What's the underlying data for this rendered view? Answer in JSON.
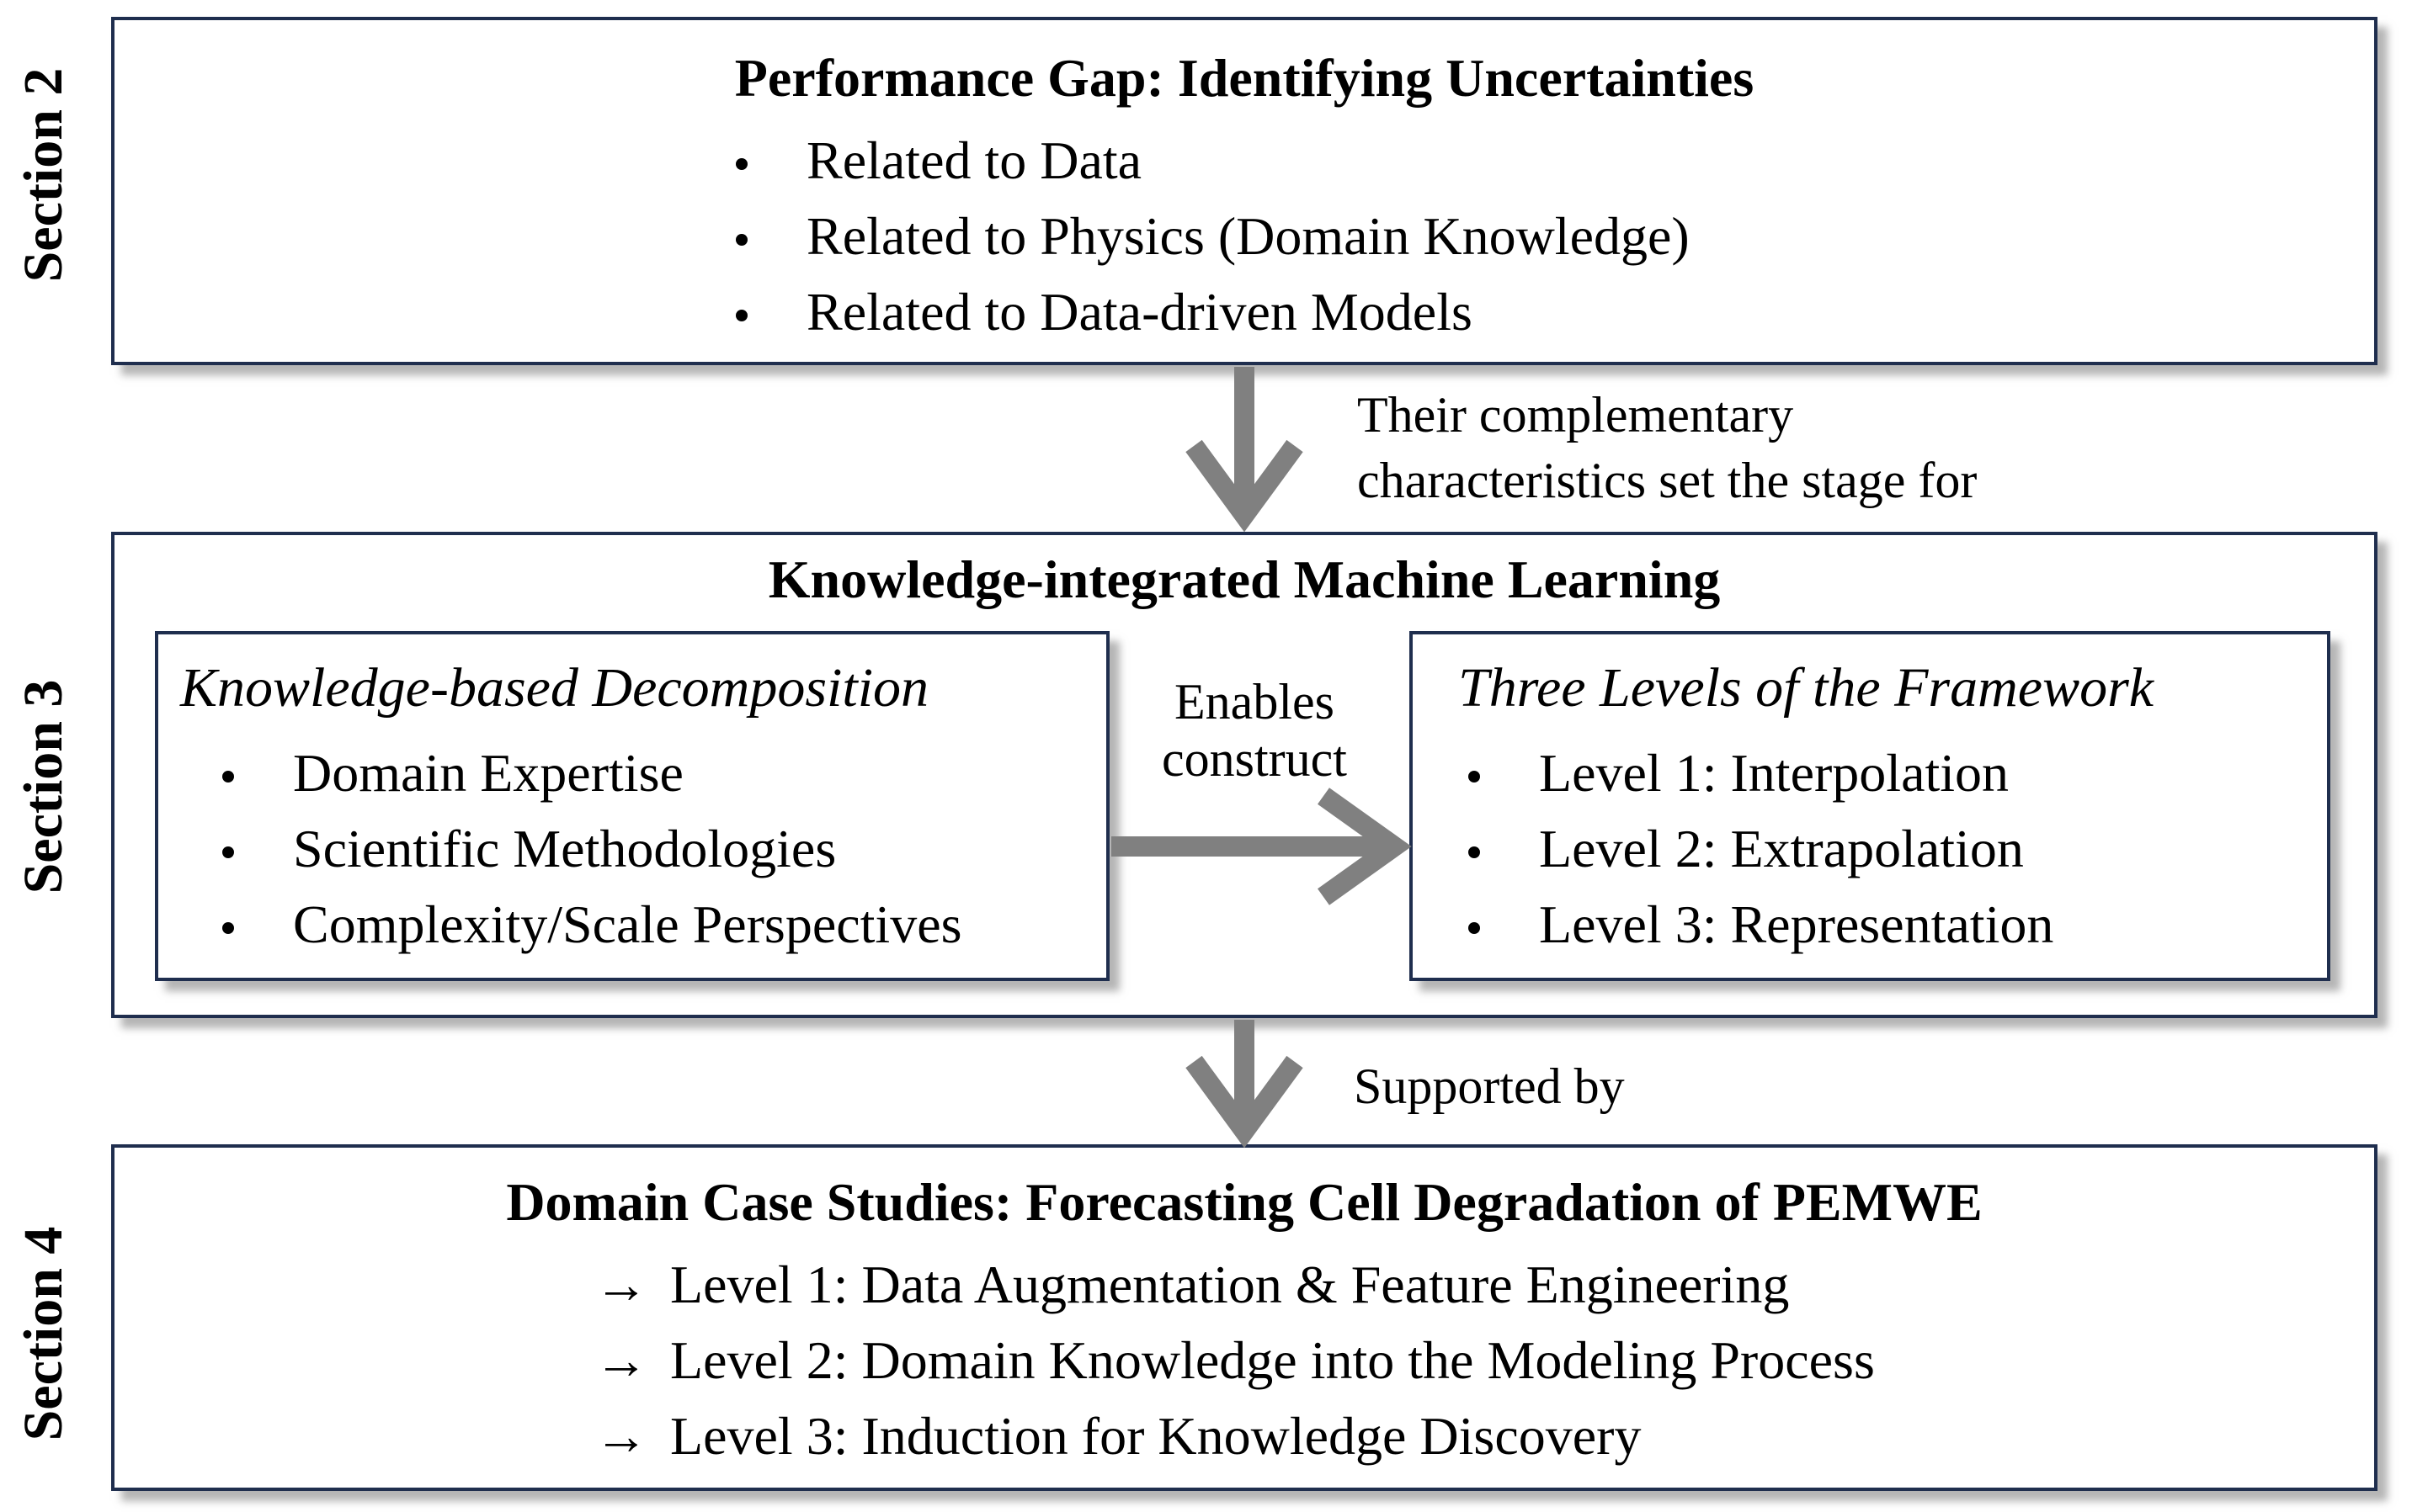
{
  "colors": {
    "box_border": "#1f2e4e",
    "arrow": "#808080",
    "shadow": "#787878"
  },
  "section2": {
    "label": "Section 2",
    "title": "Performance Gap: Identifying Uncertainties",
    "items": [
      "Related to Data",
      "Related to Physics (Domain Knowledge)",
      "Related to Data-driven Models"
    ]
  },
  "connector1": {
    "line1": "Their complementary",
    "line2": "characteristics set the stage for"
  },
  "section3": {
    "label": "Section 3",
    "title": "Knowledge-integrated Machine Learning",
    "left_box": {
      "title": "Knowledge-based Decomposition",
      "items": [
        "Domain Expertise",
        "Scientific Methodologies",
        "Complexity/Scale Perspectives"
      ]
    },
    "middle": {
      "line1": "Enables",
      "line2": "construct"
    },
    "right_box": {
      "title": "Three Levels of the Framework",
      "items": [
        "Level 1: Interpolation",
        "Level 2: Extrapolation",
        "Level 3: Representation"
      ]
    }
  },
  "connector2": {
    "text": "Supported by"
  },
  "section4": {
    "label": "Section 4",
    "title": "Domain Case Studies: Forecasting Cell Degradation of PEMWE",
    "items": [
      "Level 1: Data Augmentation & Feature Engineering",
      "Level 2: Domain Knowledge into the Modeling Process",
      "Level 3: Induction for Knowledge Discovery"
    ]
  }
}
